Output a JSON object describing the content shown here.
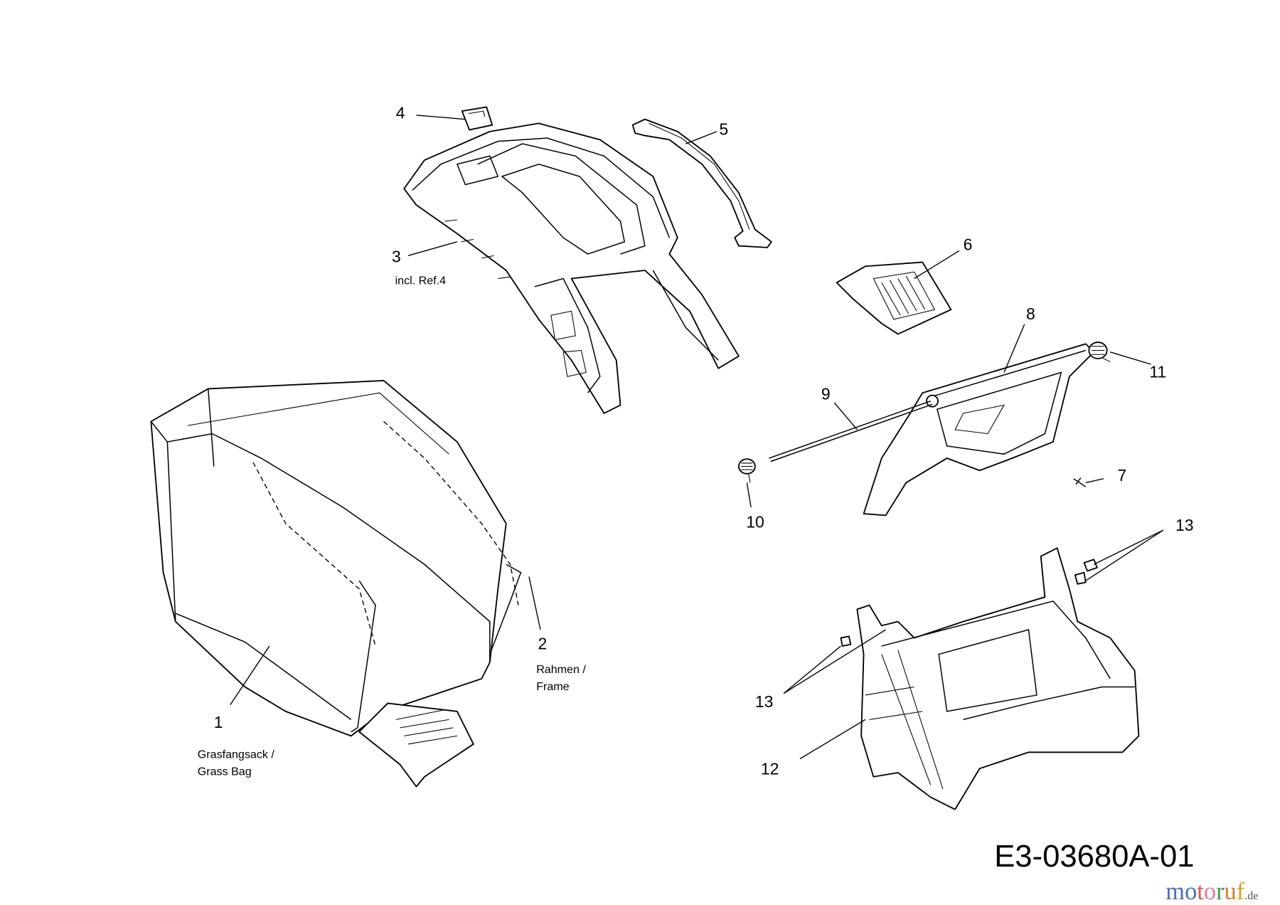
{
  "diagram_code": "E3-03680A-01",
  "watermark": "motoruf.de",
  "parts": [
    {
      "ref": "1",
      "description": [
        "Grasfangsack /",
        "Grass Bag"
      ]
    },
    {
      "ref": "2",
      "description": [
        "Rahmen /",
        "Frame"
      ]
    },
    {
      "ref": "3",
      "description": [
        "incl. Ref.4"
      ]
    },
    {
      "ref": "4"
    },
    {
      "ref": "5"
    },
    {
      "ref": "6"
    },
    {
      "ref": "7"
    },
    {
      "ref": "8"
    },
    {
      "ref": "9"
    },
    {
      "ref": "10"
    },
    {
      "ref": "11"
    },
    {
      "ref": "12"
    },
    {
      "ref": "13"
    },
    {
      "ref": "13"
    }
  ]
}
